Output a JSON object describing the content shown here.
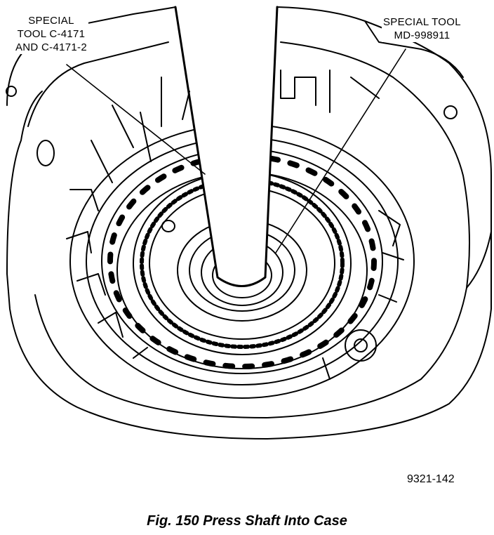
{
  "labels": {
    "left_tool": [
      "SPECIAL",
      "TOOL C-4171",
      "AND C-4171-2"
    ],
    "right_tool": [
      "SPECIAL TOOL",
      "MD-998911"
    ]
  },
  "figure_number": "9321-142",
  "caption": "Fig. 150 Press Shaft Into Case"
}
